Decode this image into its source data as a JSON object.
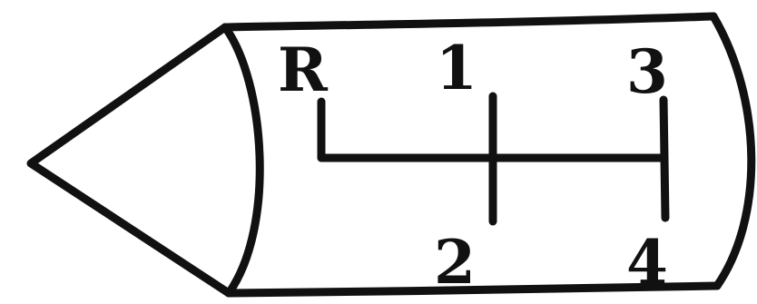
{
  "gear_pattern": {
    "labels": {
      "reverse": "R",
      "first": "1",
      "second": "2",
      "third": "3",
      "fourth": "4"
    },
    "ink_color": "#111111",
    "background_color": "#ffffff"
  }
}
